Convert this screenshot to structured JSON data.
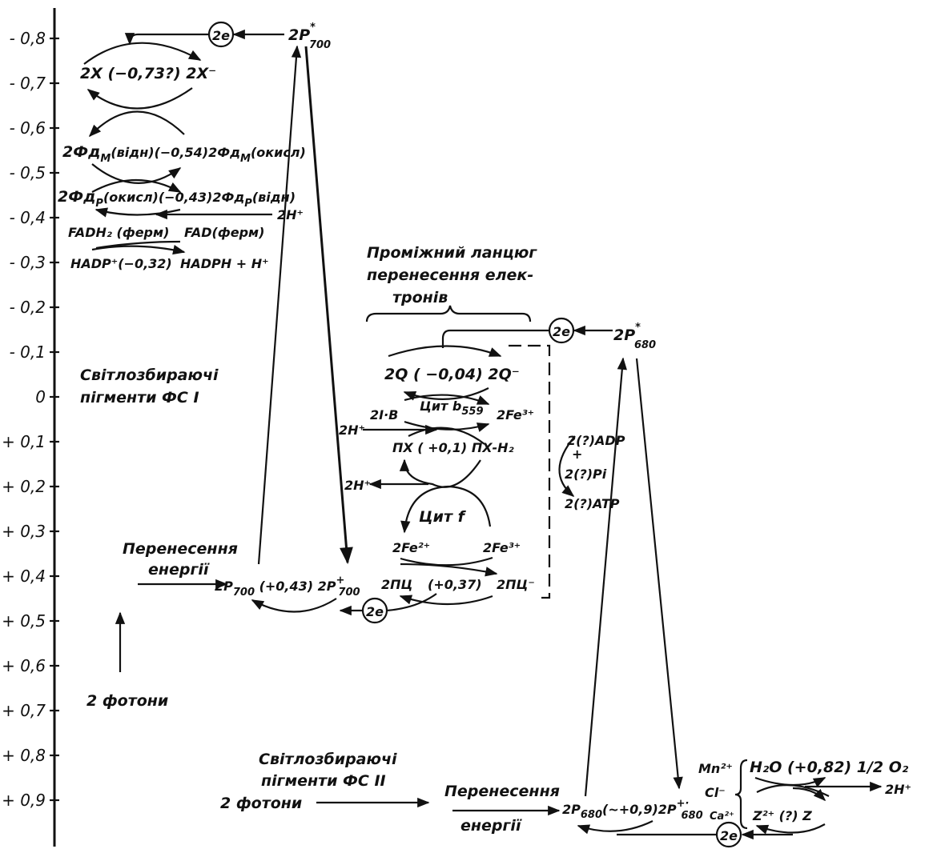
{
  "axis": {
    "ticks": [
      "- 0,8",
      "- 0,7",
      "- 0,6",
      "- 0,5",
      "- 0,4",
      "- 0,3",
      "- 0,2",
      "- 0,1",
      "0",
      "+ 0,1",
      "+ 0,2",
      "+ 0,3",
      "+ 0,4",
      "+ 0,5",
      "+ 0,6",
      "+ 0,7",
      "+ 0,8",
      "+ 0,9"
    ]
  },
  "electron": "2e",
  "ps1": {
    "p700_star": {
      "base": "2P",
      "sup": "*",
      "sub": "700"
    },
    "x": "2X (−0,73?) 2X⁻",
    "fdm": {
      "a": "2Фд",
      "a_sub": "M",
      "b": "(відн)(−0,54)2Фд",
      "b_sub": "M",
      "c": "(окисл)"
    },
    "fdp": {
      "a": "2Фд",
      "a_sub": "P",
      "b": "(окисл)(−0,43)2Фд",
      "b_sub": "P",
      "c": "(відн)"
    },
    "h_plus": "2H⁺",
    "fadh": "FADH₂ (ферм)",
    "fad": "FAD(ферм)",
    "nadp": "HADP⁺(−0,32)",
    "nadph": "HADPH + H⁺",
    "pigments": [
      "Світлозбираючі",
      "пігменти ФС I"
    ],
    "transfer": [
      "Перенесення",
      "енергії"
    ],
    "photons": "2 фотони",
    "p700": {
      "a": "2P",
      "a_sub": "700",
      "b": " (+0,43) 2P",
      "b_sup": "+",
      "b_sub": "700"
    }
  },
  "chain": {
    "title": [
      "Проміжний ланцюг",
      "перенесення елек-",
      "тронів"
    ],
    "q": "2Q ( −0,04) 2Q⁻",
    "b_left": "2I·B",
    "cyt_b": {
      "base": "Цит b",
      "sub": "559"
    },
    "fe3_top": "2Fe³⁺",
    "h_in": "2H⁺",
    "px": "ПХ (   +0,1) ПХ-H₂",
    "h_out": "2H⁺",
    "cyt_f": "Цит f",
    "fe2": "2Fe²⁺",
    "fe3": "2Fe³⁺",
    "pc": "2ПЦ",
    "pc_e": "(+0,37)",
    "pc_minus": "2ПЦ⁻",
    "atp": [
      "2(?)ADP",
      "+",
      "2(?)Pi",
      "2(?)ATP"
    ]
  },
  "ps2": {
    "p680_star": {
      "base": "2P",
      "sup": "*",
      "sub": "680"
    },
    "pigments": [
      "Світлозбираючі",
      "пігменти ФС II"
    ],
    "photons": "2 фотони",
    "transfer": [
      "Перенесення",
      "енергії"
    ],
    "p680": {
      "a": "2P",
      "a_sub": "680",
      "b": "(~+0,9)2P",
      "b_sup": "+·",
      "b_sub": "680"
    },
    "ions": [
      "Mn²⁺",
      "Cl⁻",
      "Ca²⁺"
    ],
    "water": "H₂O (+0,82) 1/2 O₂",
    "h_plus": "2H⁺",
    "z": "Z²⁺  (?)   Z"
  }
}
